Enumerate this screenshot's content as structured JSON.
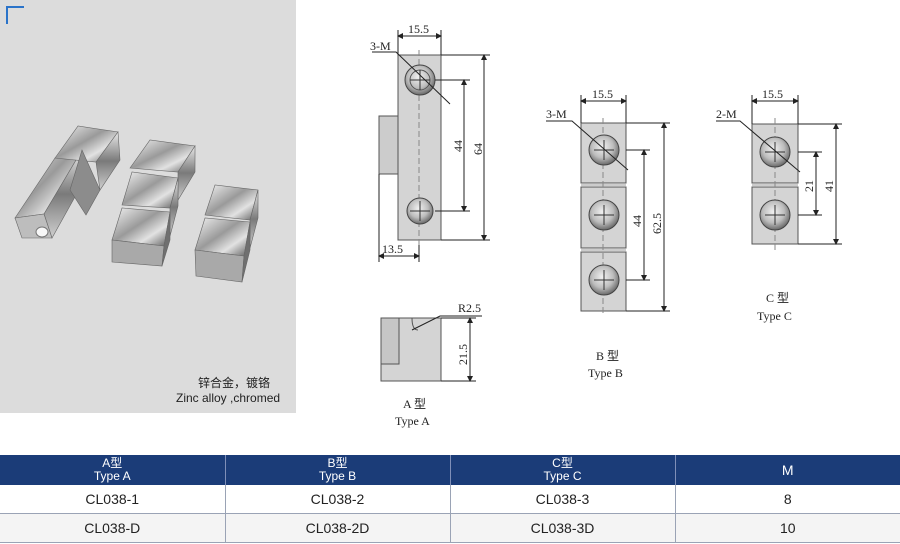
{
  "photo": {
    "caption_cn": "锌合金，镀铬",
    "caption_en": "Zinc alloy ,chromed"
  },
  "drawing": {
    "type_a": {
      "label_cn": "A 型",
      "label_en": "Type A",
      "dim_width": "15.5",
      "dim_holes": "3-M",
      "dim_pitch": "44",
      "dim_height": "64",
      "dim_base": "13.5",
      "dim_radius": "R2.5",
      "dim_side": "21.5"
    },
    "type_b": {
      "label_cn": "B 型",
      "label_en": "Type B",
      "dim_width": "15.5",
      "dim_holes": "3-M",
      "dim_pitch": "44",
      "dim_height": "62.5"
    },
    "type_c": {
      "label_cn": "C 型",
      "label_en": "Type C",
      "dim_width": "15.5",
      "dim_holes": "2-M",
      "dim_pitch": "21",
      "dim_height": "41"
    }
  },
  "table": {
    "headers": [
      {
        "cn": "A型",
        "en": "Type  A"
      },
      {
        "cn": "B型",
        "en": "Type  B"
      },
      {
        "cn": "C型",
        "en": "Type  C"
      },
      {
        "cn": "",
        "en": "M"
      }
    ],
    "rows": [
      [
        "CL038-1",
        "CL038-2",
        "CL038-3",
        "8"
      ],
      [
        "CL038-D",
        "CL038-2D",
        "CL038-3D",
        "10"
      ]
    ]
  }
}
